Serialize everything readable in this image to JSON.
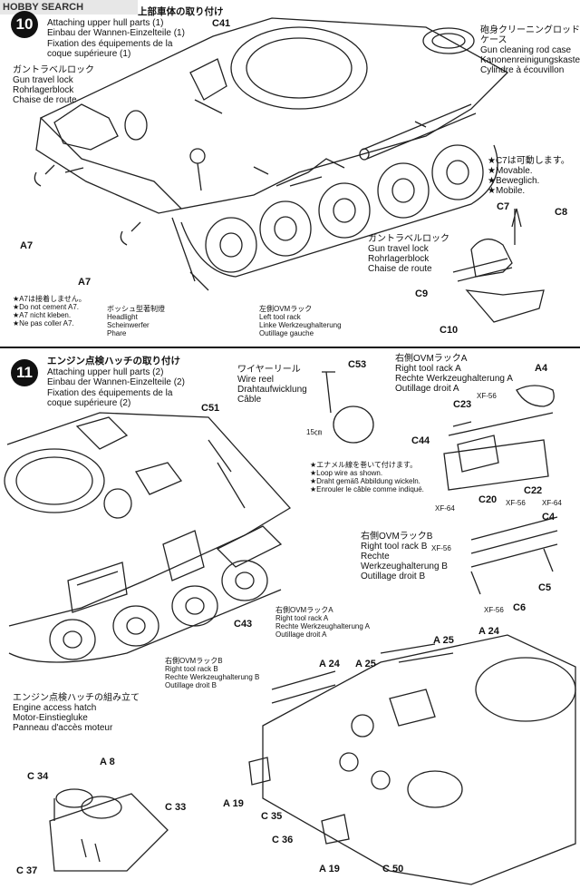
{
  "watermark": "HOBBY SEARCH",
  "step10": {
    "number": "10",
    "title_jp": "上部車体の取り付け",
    "title_en": "Attaching upper hull parts (1)",
    "title_de": "Einbau der Wannen-Einzelteile (1)",
    "title_fr1": "Fixation des équipements de la",
    "title_fr2": "coque supérieure (1)",
    "gun_lock_jp": "ガントラベルロック",
    "gun_lock_en": "Gun travel lock",
    "gun_lock_de": "Rohrlagerblock",
    "gun_lock_fr": "Chaise de route",
    "rod_jp1": "砲身クリーニングロッド",
    "rod_jp2": "ケース",
    "rod_en": "Gun cleaning rod case",
    "rod_de": "Kanonenreinigungskasten",
    "rod_fr": "Cylindre à écouvillon",
    "movable_jp": "★C7は可動します。",
    "movable_en": "★Movable.",
    "movable_de": "★Beweglich.",
    "movable_fr": "★Mobile.",
    "gun_lock2_jp": "ガントラベルロック",
    "gun_lock2_en": "Gun travel lock",
    "gun_lock2_de": "Rohrlagerblock",
    "gun_lock2_fr": "Chaise de route",
    "a7_note_jp": "★A7は接着しません。",
    "a7_note_en": "★Do not cement A7.",
    "a7_note_de": "★A7 nicht kleben.",
    "a7_note_fr": "★Ne pas coller A7.",
    "headlight_jp": "ボッシュ型著制燈",
    "headlight_en": "Headlight",
    "headlight_de": "Scheinwerfer",
    "headlight_fr": "Phare",
    "left_rack_jp": "左側OVMラック",
    "left_rack_en": "Left tool rack",
    "left_rack_de": "Linke Werkzeughalterung",
    "left_rack_fr": "Outillage gauche",
    "parts": {
      "c41": "C41",
      "a7a": "A7",
      "a7b": "A7",
      "c7": "C7",
      "c8": "C8",
      "c9": "C9",
      "c10": "C10"
    }
  },
  "step11": {
    "number": "11",
    "title_jp": "エンジン点検ハッチの取り付け",
    "title_en": "Attaching upper hull parts (2)",
    "title_de": "Einbau der Wannen-Einzelteile (2)",
    "title_fr1": "Fixation des équipements de la",
    "title_fr2": "coque supérieure (2)",
    "wire_jp": "ワイヤーリール",
    "wire_en": "Wire reel",
    "wire_de": "Drahtaufwicklung",
    "wire_fr": "Câble",
    "wire_len": "15㎝",
    "loop_jp": "★エナメル線を巻いて付けます。",
    "loop_en": "★Loop wire as shown.",
    "loop_de": "★Draht gemäß Abbildung wickeln.",
    "loop_fr": "★Enrouler le câble comme indiqué.",
    "rackA_jp": "右側OVMラックA",
    "rackA_en": "Right tool rack A",
    "rackA_de": "Rechte Werkzeughalterung A",
    "rackA_fr": "Outillage droit A",
    "rackB_jp": "右側OVMラックB",
    "rackB_en": "Right tool rack B",
    "rackB_de1": "Rechte",
    "rackB_de2": "Werkzeughalterung B",
    "rackB_fr": "Outillage droit B",
    "rackA2_jp": "右側OVMラックA",
    "rackA2_en": "Right tool rack A",
    "rackA2_de": "Rechte Werkzeughalterung A",
    "rackA2_fr": "Outillage droit A",
    "rackB2_jp": "右側OVMラックB",
    "rackB2_en": "Right tool rack B",
    "rackB2_de": "Rechte Werkzeughalterung B",
    "rackB2_fr": "Outillage droit B",
    "hatch_jp": "エンジン点検ハッチの組み立て",
    "hatch_en": "Engine access hatch",
    "hatch_de": "Motor-Einstiegluke",
    "hatch_fr": "Panneau d'accès moteur",
    "parts": {
      "c51": "C51",
      "c53": "C53",
      "a4": "A4",
      "c23": "C23",
      "xf56a": "XF-56",
      "c44": "C44",
      "xf64a": "XF-64",
      "c20": "C20",
      "xf56b": "XF-56",
      "c22": "C22",
      "xf64b": "XF-64",
      "c4": "C4",
      "xf56c": "XF-56",
      "c5": "C5",
      "xf56d": "XF-56",
      "c6": "C6",
      "c43": "C43",
      "a24a": "A 24",
      "a25a": "A 25",
      "a24b": "A 24",
      "a25b": "A 25",
      "a8": "A 8",
      "c34": "C 34",
      "c33": "C 33",
      "c37": "C 37",
      "a19a": "A 19",
      "c35": "C 35",
      "c36": "C 36",
      "a19b": "A 19",
      "c50": "C 50"
    }
  }
}
